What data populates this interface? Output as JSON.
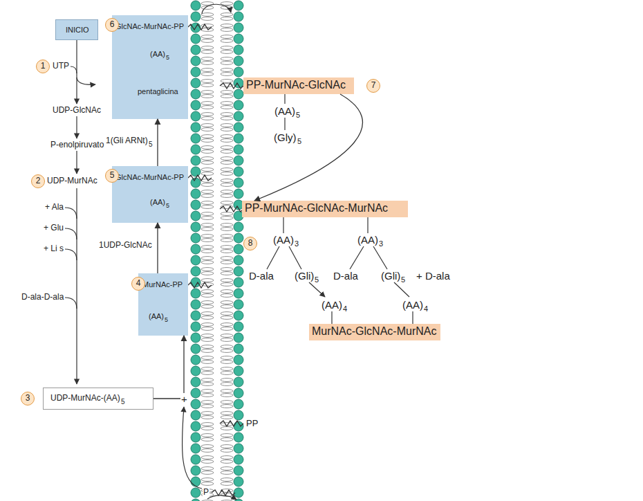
{
  "diagram": {
    "nodes": [
      {
        "text": [
          "INICIO"
        ]
      },
      {
        "text": [
          "GlcNAc-MurNAc-PP",
          "(AA)",
          "5",
          "pentaglicina"
        ]
      },
      {
        "text": [
          "PP-MurNAc-GlcNAc"
        ]
      },
      {
        "text": [
          "GlcNAc-MurNAc-PP",
          "(AA)",
          "5"
        ]
      },
      {
        "text": [
          "PP-MurNAc-GlcNAc-MurNAc"
        ]
      },
      {
        "text": [
          "MurNAc-PP",
          "(AA)",
          "5"
        ]
      },
      {
        "text": [
          "MurNAc-GlcNAc-MurNAc"
        ]
      },
      {
        "text": [
          "UDP-MurNAc-(AA)",
          "5"
        ]
      }
    ],
    "edges": [
      {
        "from": 7,
        "to": 5,
        "arrow": "to"
      },
      {
        "from": 5,
        "to": 3,
        "arrow": "to"
      },
      {
        "from": 3,
        "to": 1,
        "arrow": "to"
      },
      {
        "from": 2,
        "to": 4,
        "arrow": "to"
      }
    ],
    "labels": [
      "1",
      "UTP",
      "UDP-GlcNAc",
      "P-enolpiruvato",
      "2",
      "UDP-MurNAc",
      "+ Ala",
      "+ Glu",
      "+ Li s",
      "D-ala-D-ala",
      "3",
      "+",
      "P",
      "PP",
      "4",
      "1UDP-GlcNAc",
      "5",
      "1(Gli ARNt)",
      "5",
      "6",
      "7",
      "(AA)",
      "5",
      "(Gly)",
      "5",
      "8",
      "(AA)",
      "3",
      "D-ala",
      "(Gli)",
      "5",
      "(AA)",
      "3",
      "D-ala",
      "(Gli)",
      "5",
      "+ D-ala",
      "(AA)",
      "4",
      "(AA)",
      "4"
    ]
  }
}
